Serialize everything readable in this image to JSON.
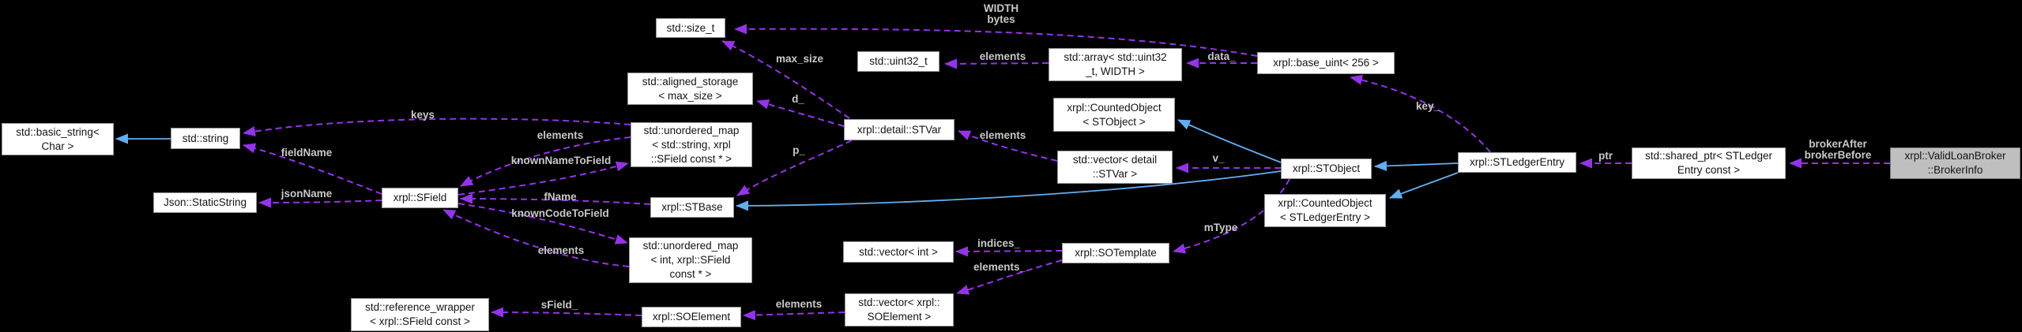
{
  "diagram": {
    "nodes": {
      "size_t": {
        "label": "std::size_t"
      },
      "uint32_t": {
        "label": "std::uint32_t"
      },
      "array_uint32_width": {
        "label": "std::array< std::uint32\n_t, WIDTH >"
      },
      "base_uint_256": {
        "label": "xrpl::base_uint< 256 >"
      },
      "aligned_storage": {
        "label": "std::aligned_storage\n< max_size >"
      },
      "stvar": {
        "label": "xrpl::detail::STVar"
      },
      "counted_object_stobject": {
        "label": "xrpl::CountedObject\n< STObject >"
      },
      "vector_stvar": {
        "label": "std::vector< detail\n::STVar >"
      },
      "stobject": {
        "label": "xrpl::STObject"
      },
      "stledgerentry": {
        "label": "xrpl::STLedgerEntry"
      },
      "shared_ptr_sle": {
        "label": "std::shared_ptr< STLedger\nEntry const >"
      },
      "broker_info": {
        "label": "xrpl::ValidLoanBroker\n::BrokerInfo"
      },
      "basic_string": {
        "label": "std::basic_string<\nChar >"
      },
      "string": {
        "label": "std::string"
      },
      "static_string": {
        "label": "Json::StaticString"
      },
      "sfield": {
        "label": "xrpl::SField"
      },
      "map_string_sfield": {
        "label": "std::unordered_map\n< std::string, xrpl\n::SField const * >"
      },
      "stbase": {
        "label": "xrpl::STBase"
      },
      "map_int_sfield": {
        "label": "std::unordered_map\n< int, xrpl::SField\nconst * >"
      },
      "vector_int": {
        "label": "std::vector< int >"
      },
      "sotemplate": {
        "label": "xrpl::SOTemplate"
      },
      "counted_object_sle": {
        "label": "xrpl::CountedObject\n< STLedgerEntry >"
      },
      "reference_wrapper": {
        "label": "std::reference_wrapper\n< xrpl::SField const >"
      },
      "soelement": {
        "label": "xrpl::SOElement"
      },
      "vector_soelement": {
        "label": "std::vector< xrpl::\nSOElement >"
      }
    },
    "edge_labels": {
      "width_bytes": "WIDTH\nbytes",
      "max_size": "max_size",
      "elements_array": "elements",
      "data": "data_",
      "key": "key_",
      "d": "d_",
      "elements_stvar": "elements",
      "p": "p_",
      "v": "v_",
      "mtype": "mType",
      "ptr": "ptr",
      "broker_after_before": "brokerAfter\nbrokerBefore",
      "keys": "keys",
      "fieldname": "fieldName",
      "jsonname": "jsonName",
      "elements_name_map": "elements",
      "knownnametofield": "knownNameToField",
      "fname": "fName",
      "knowncodetofield": "knownCodeToField",
      "elements_code_map": "elements",
      "indices": "indices_",
      "elements_sotemplate": "elements_",
      "elements_soelement": "elements",
      "sfield_member": "sField_"
    },
    "colors": {
      "background": "#000000",
      "node_fill": "#ffffff",
      "node_border": "#969696",
      "node_text": "#141414",
      "target_node_fill": "#bfbfbf",
      "composition_edge": "#9434e8",
      "inheritance_edge": "#63aef2",
      "edge_label_text": "#c8c8c8"
    }
  }
}
